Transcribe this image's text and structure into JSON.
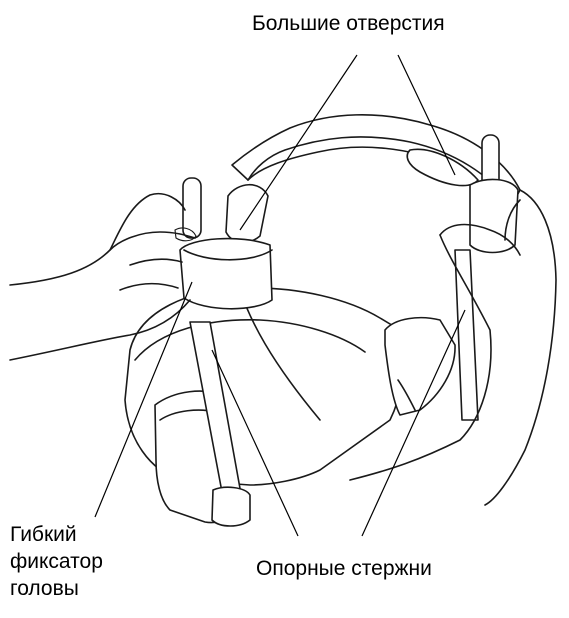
{
  "labels": {
    "large_holes": "Большие отверстия",
    "flexible_head_fixator": [
      "Гибкий",
      "фиксатор",
      "головы"
    ],
    "support_rods": "Опорные стержни"
  },
  "colors": {
    "ink": "#1a1a1a",
    "background": "#ffffff"
  }
}
